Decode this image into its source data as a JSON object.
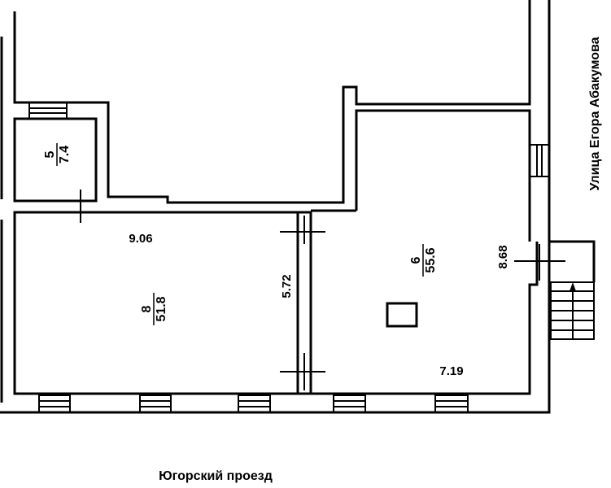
{
  "plan": {
    "rooms": [
      {
        "number": "5",
        "area": "7.4"
      },
      {
        "number": "8",
        "area": "51.8"
      },
      {
        "number": "6",
        "area": "55.6"
      }
    ],
    "dimensions": {
      "room8_width": "9.06",
      "room8_depth": "5.72",
      "room6_depth": "8.68",
      "room6_width": "7.19"
    },
    "streets": {
      "east": "Улица Егора Абакумова",
      "south": "Югорский проезд"
    }
  }
}
